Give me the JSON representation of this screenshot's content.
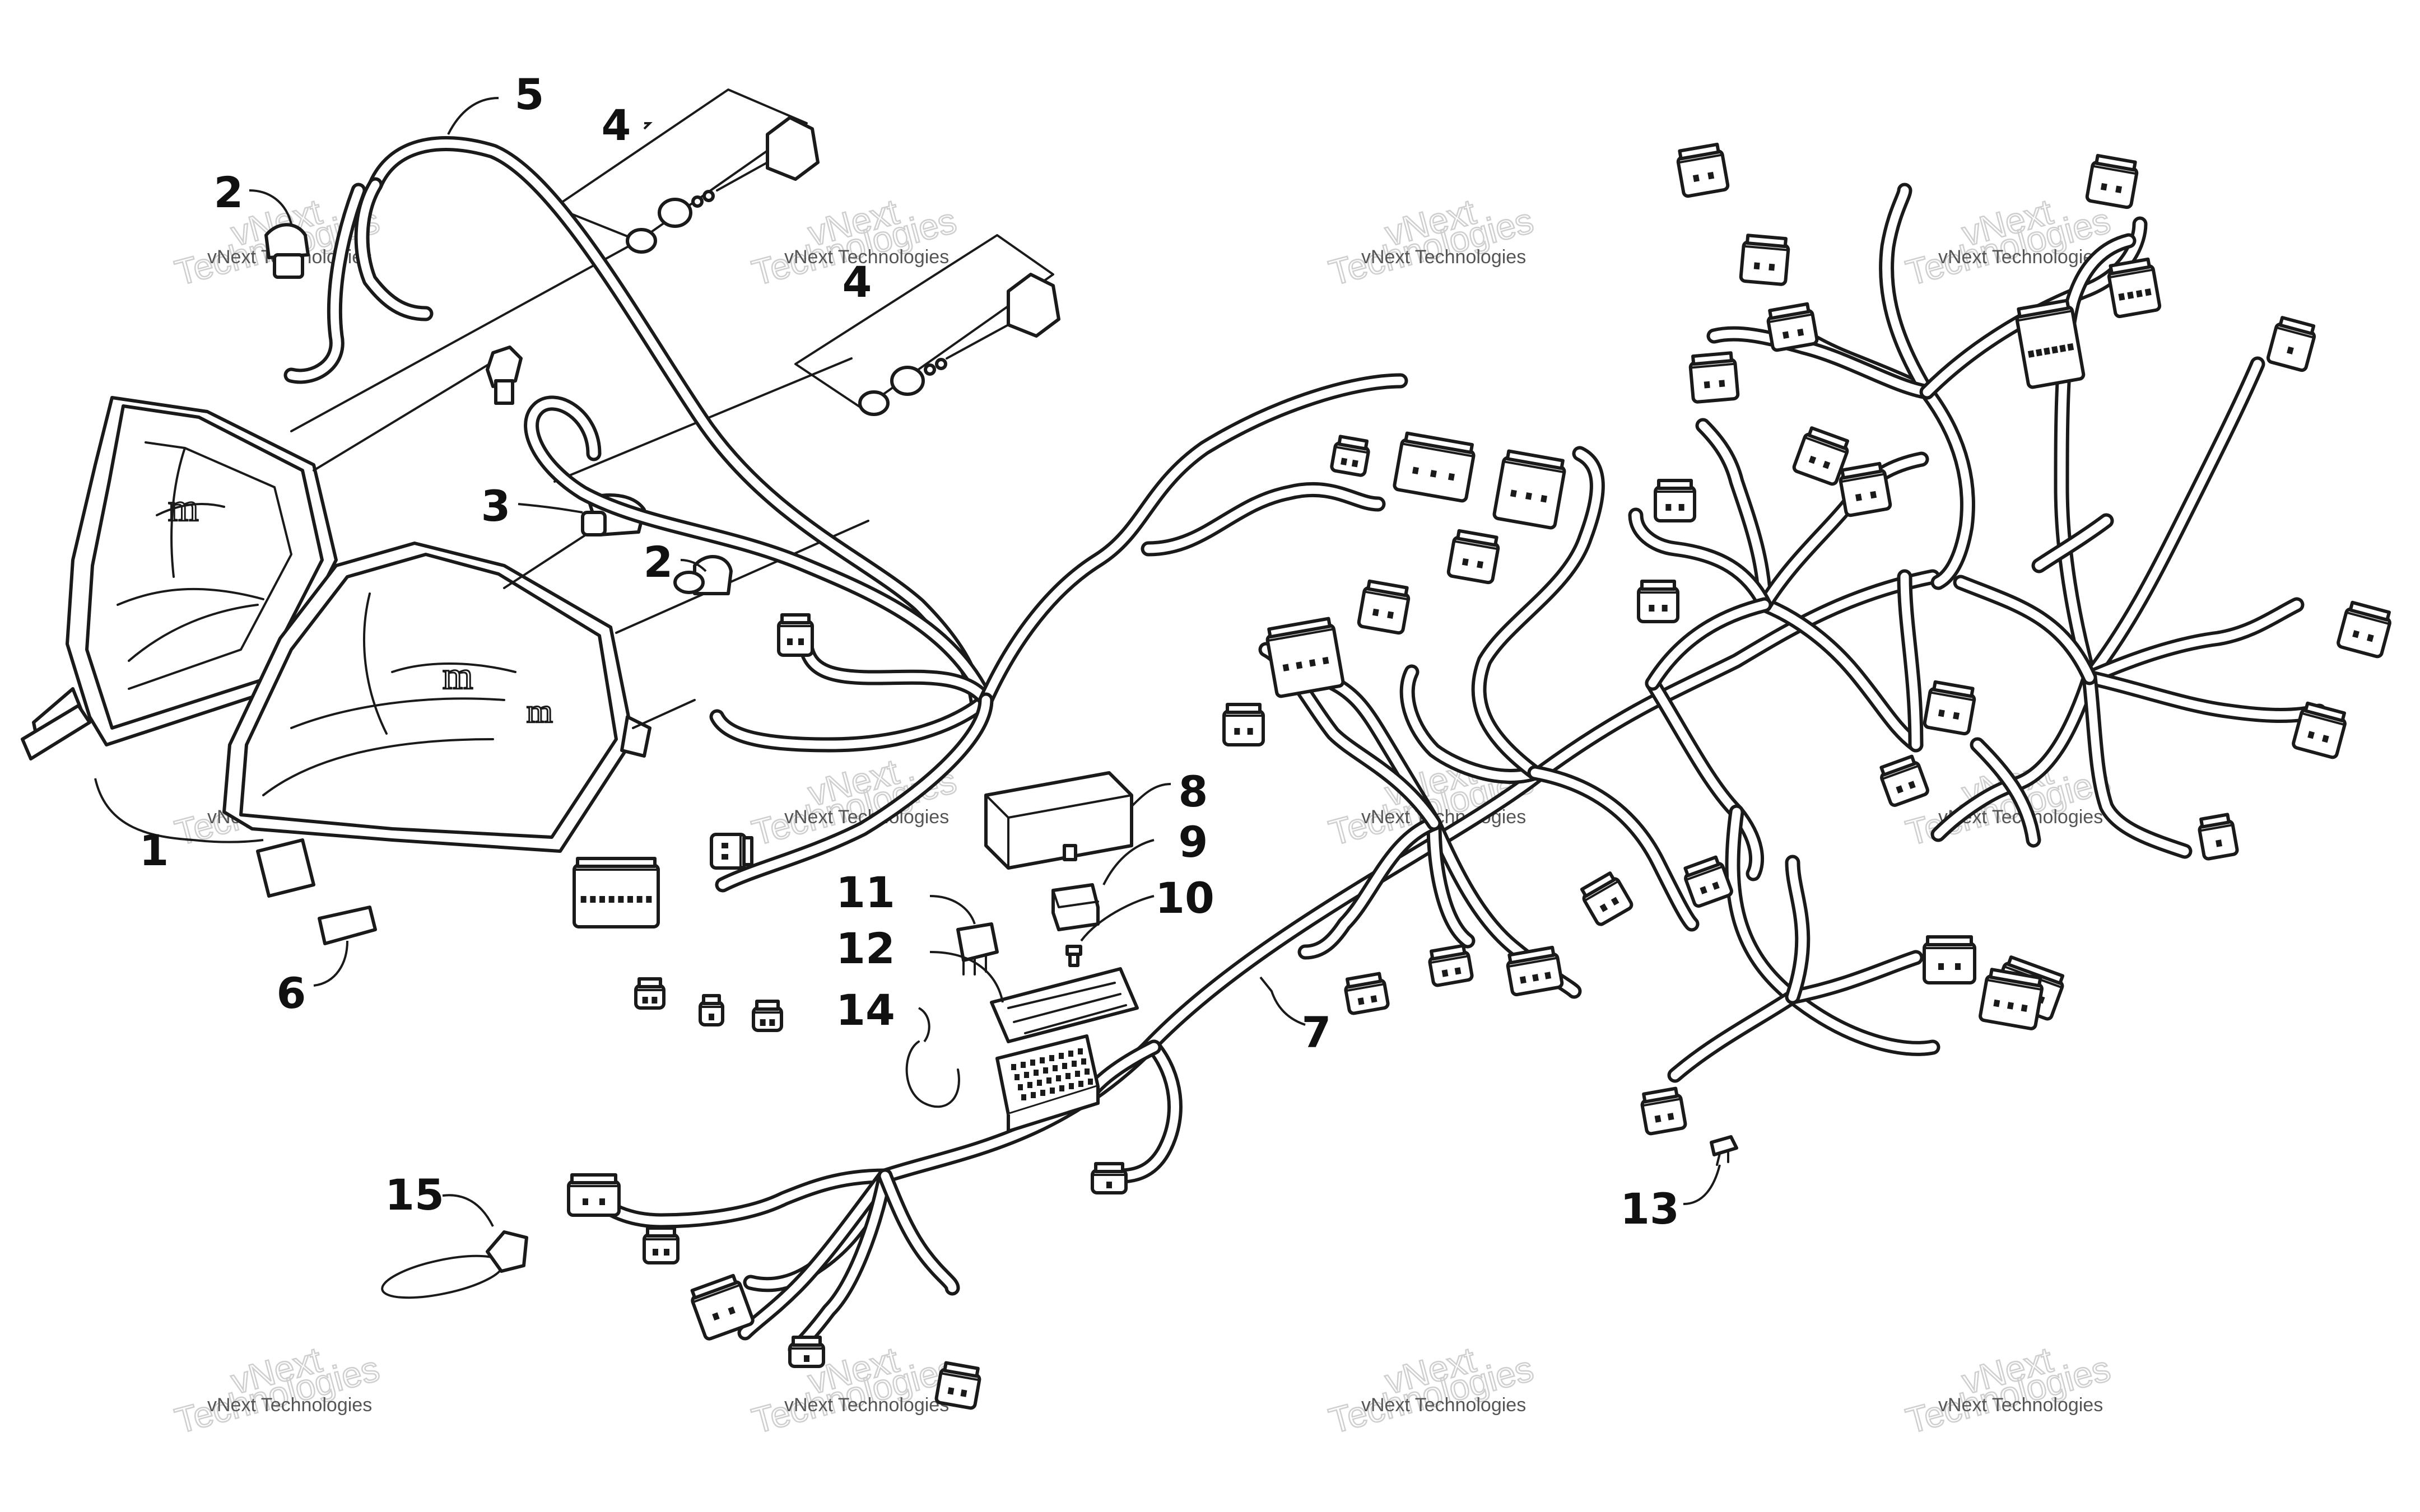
{
  "diagram": {
    "callouts": [
      {
        "id": "1",
        "label": "1"
      },
      {
        "id": "2a",
        "label": "2"
      },
      {
        "id": "2b",
        "label": "2"
      },
      {
        "id": "3",
        "label": "3"
      },
      {
        "id": "4a",
        "label": "4"
      },
      {
        "id": "4b",
        "label": "4"
      },
      {
        "id": "5",
        "label": "5"
      },
      {
        "id": "6",
        "label": "6"
      },
      {
        "id": "7",
        "label": "7"
      },
      {
        "id": "8",
        "label": "8"
      },
      {
        "id": "9",
        "label": "9"
      },
      {
        "id": "10",
        "label": "10"
      },
      {
        "id": "11",
        "label": "11"
      },
      {
        "id": "12",
        "label": "12"
      },
      {
        "id": "13",
        "label": "13"
      },
      {
        "id": "14",
        "label": "14"
      },
      {
        "id": "15",
        "label": "15"
      }
    ],
    "watermark": {
      "line1": "vNext Technologies",
      "line2a": "vNext",
      "line2b": "Technologies"
    }
  }
}
